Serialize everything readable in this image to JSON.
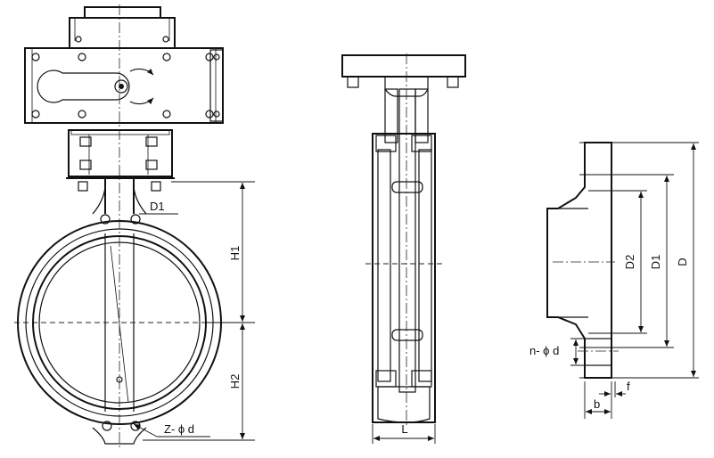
{
  "labels": {
    "D1_top": "D1",
    "H1": "H1",
    "H2": "H2",
    "Z_phi_d": "Z- ϕ d",
    "L": "L",
    "D2": "D2",
    "D1": "D1",
    "D": "D",
    "n_phi_d": "n- ϕ d",
    "b": "b",
    "f": "f"
  }
}
